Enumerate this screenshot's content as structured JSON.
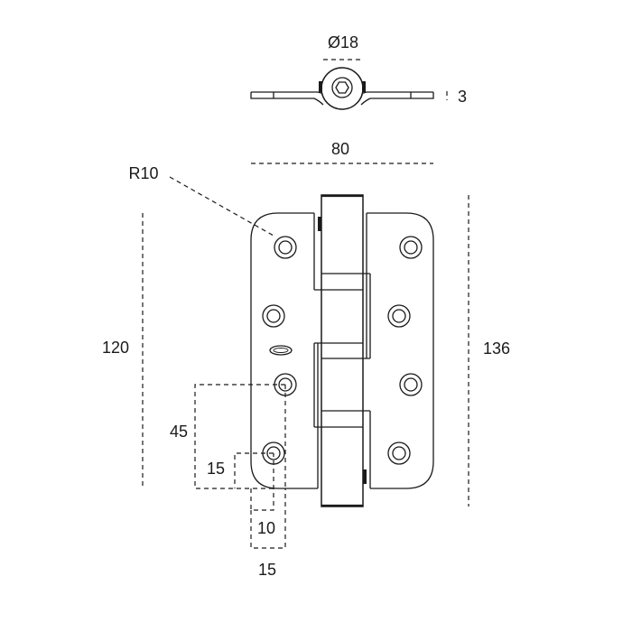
{
  "dimensions": {
    "pin_diameter": "Ø18",
    "leaf_thickness": "3",
    "overall_width": "80",
    "corner_radius": "R10",
    "hole_span": "120",
    "leaf_height": "136",
    "hole_pitch": "45",
    "hole_edge_offset": "15",
    "hole_inset": "10",
    "hole_bottom_offset": "15"
  },
  "colors": {
    "line": "#1a1a1a",
    "background": "#ffffff"
  }
}
